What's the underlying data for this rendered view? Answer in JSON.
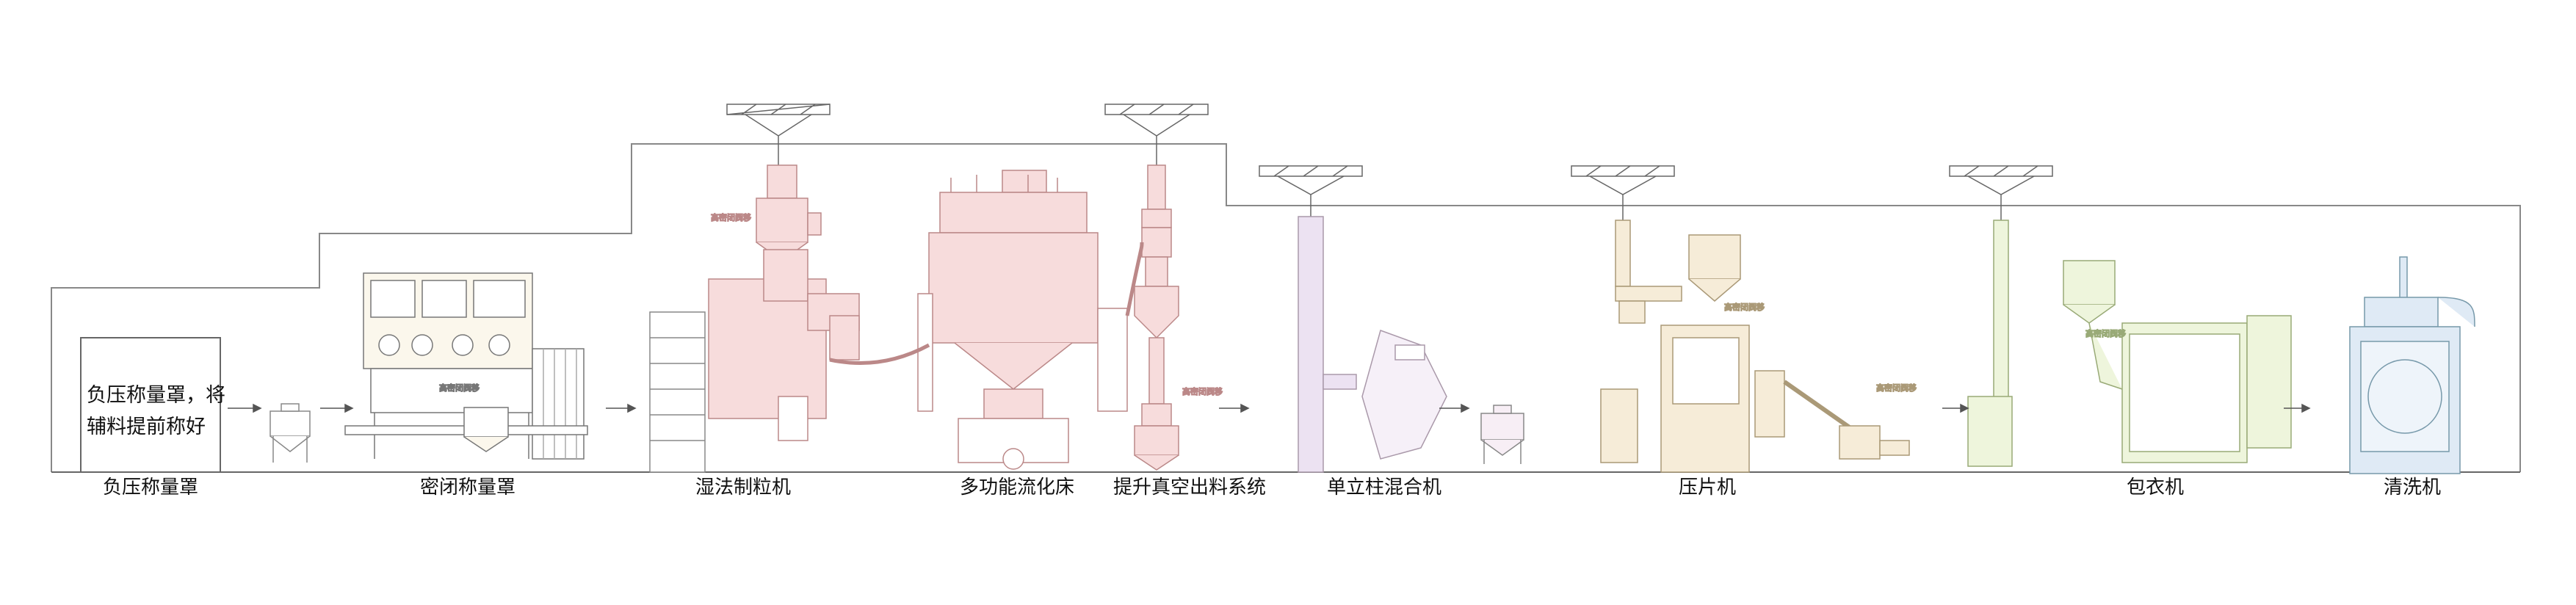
{
  "note": {
    "line1": "负压称量罩，将",
    "line2": "辅料提前称好"
  },
  "stations": [
    {
      "name": "负压称量罩"
    },
    {
      "name": "密闭称量罩"
    },
    {
      "name": "湿法制粒机"
    },
    {
      "name": "多功能流化床"
    },
    {
      "name": "提升真空出料系统"
    },
    {
      "name": "单立柱混合机"
    },
    {
      "name": "压片机"
    },
    {
      "name": "包衣机"
    },
    {
      "name": "清洗机"
    }
  ],
  "valve_labels": {
    "granulator": "高密闭阀移",
    "weighing": "高密闭阀移",
    "vacuum": "高密闭阀移",
    "tablet_top": "高密闭阀移",
    "tablet_right": "高密闭阀移",
    "coater": "高密闭阀移"
  },
  "colors": {
    "pink": "#f7dcdc",
    "pink_stroke": "#b88",
    "lavender": "#ece2f2",
    "cream": "#f6ecd8",
    "lime": "#eef5dc",
    "blue": "#dfeaf5",
    "line": "#777"
  }
}
